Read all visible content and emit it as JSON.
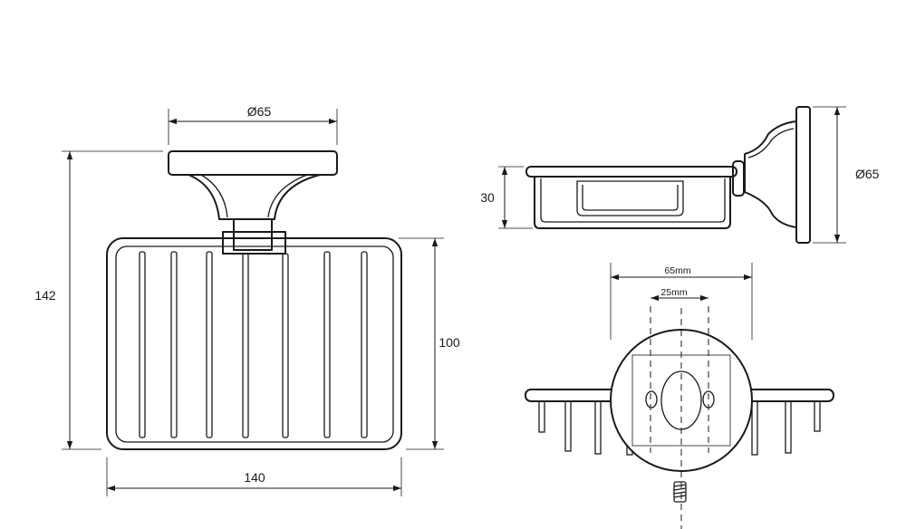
{
  "front_view": {
    "plate_diameter": "Ø65",
    "overall_height": "142",
    "basket_height": "100",
    "basket_width": "140"
  },
  "side_view": {
    "depth": "30",
    "plate_diameter": "Ø65"
  },
  "mount_view": {
    "outer_spacing": "65mm",
    "inner_spacing": "25mm"
  }
}
